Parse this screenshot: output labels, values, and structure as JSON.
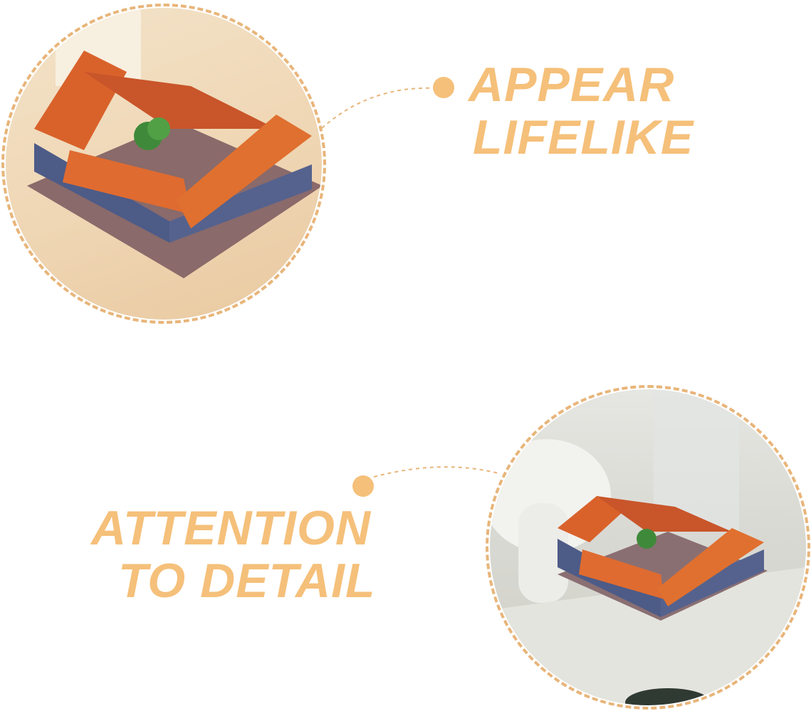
{
  "feature_1": {
    "line1": "APPEAR",
    "line2": "LIFELIKE"
  },
  "feature_2": {
    "line1": "ATTENTION",
    "line2": "TO DETAIL"
  },
  "colors": {
    "accent": "#f5c07a",
    "ring": "#e8b57a",
    "roof": "#d9622b",
    "wall": "#4a5a86",
    "base": "#7a5a5a"
  }
}
